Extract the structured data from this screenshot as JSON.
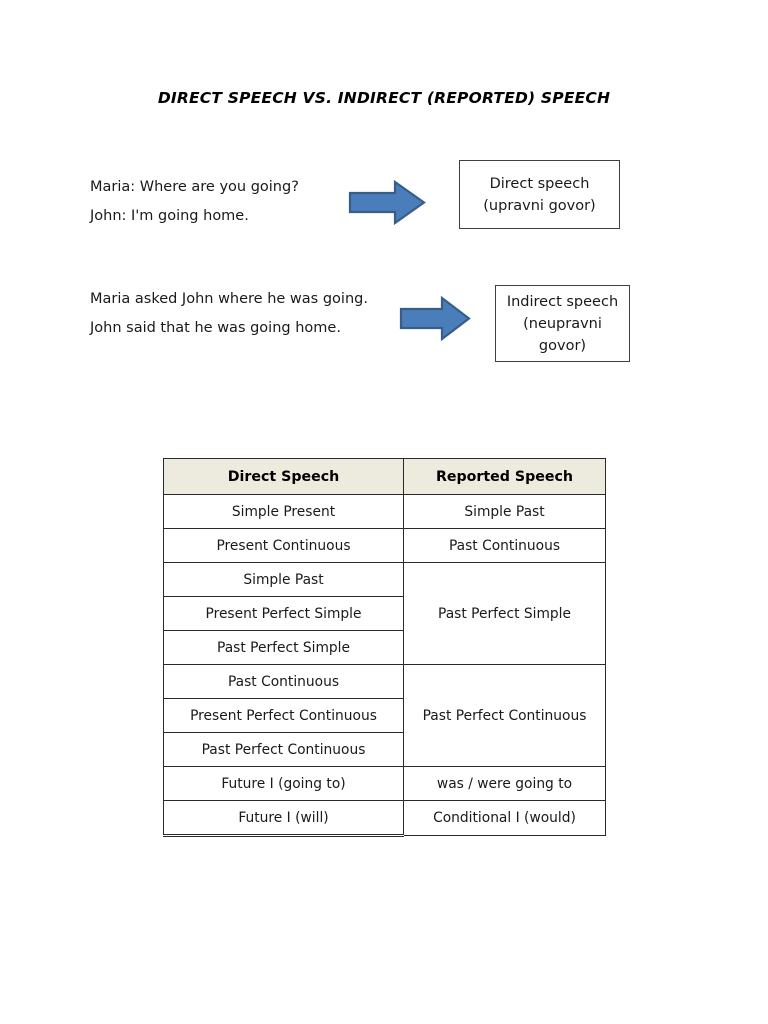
{
  "document": {
    "title": "DIRECT SPEECH VS. INDIRECT (REPORTED) SPEECH"
  },
  "examples": [
    {
      "lines": [
        "Maria: Where are you going?",
        "John: I'm going home."
      ],
      "arrow": "right-arrow-icon",
      "box": {
        "line1": "Direct speech",
        "line2": "(upravni govor)",
        "line3": ""
      }
    },
    {
      "lines": [
        "Maria asked John where he was going.",
        "John said that he was going home."
      ],
      "arrow": "right-arrow-icon",
      "box": {
        "line1": "Indirect speech",
        "line2": "(neupravni",
        "line3": "govor)"
      }
    }
  ],
  "table": {
    "headers": [
      "Direct Speech",
      "Reported Speech"
    ],
    "header_bg": "#EDEADE",
    "rows": [
      {
        "direct": "Simple Present",
        "reported": "Simple Past",
        "rowspan": 1
      },
      {
        "direct": "Present Continuous",
        "reported": "Past Continuous",
        "rowspan": 1
      },
      {
        "direct": "Simple Past",
        "reported": "Past Perfect Simple",
        "rowspan": 3
      },
      {
        "direct": "Present Perfect Simple",
        "reported": null,
        "rowspan": 0
      },
      {
        "direct": "Past Perfect Simple",
        "reported": null,
        "rowspan": 0
      },
      {
        "direct": "Past Continuous",
        "reported": "Past Perfect Continuous",
        "rowspan": 3
      },
      {
        "direct": "Present Perfect Continuous",
        "reported": null,
        "rowspan": 0
      },
      {
        "direct": "Past Perfect Continuous",
        "reported": null,
        "rowspan": 0
      },
      {
        "direct": "Future I (going to)",
        "reported": "was / were going to",
        "rowspan": 1
      },
      {
        "direct": "Future I (will)",
        "reported": "Conditional I (would)",
        "rowspan": 1
      }
    ]
  },
  "colors": {
    "arrow_fill": "#4A7EBB",
    "arrow_stroke": "#385D8A",
    "box_border": "#3F3F3F",
    "table_border": "#2B2B2B",
    "text": "#1A1A1A"
  }
}
